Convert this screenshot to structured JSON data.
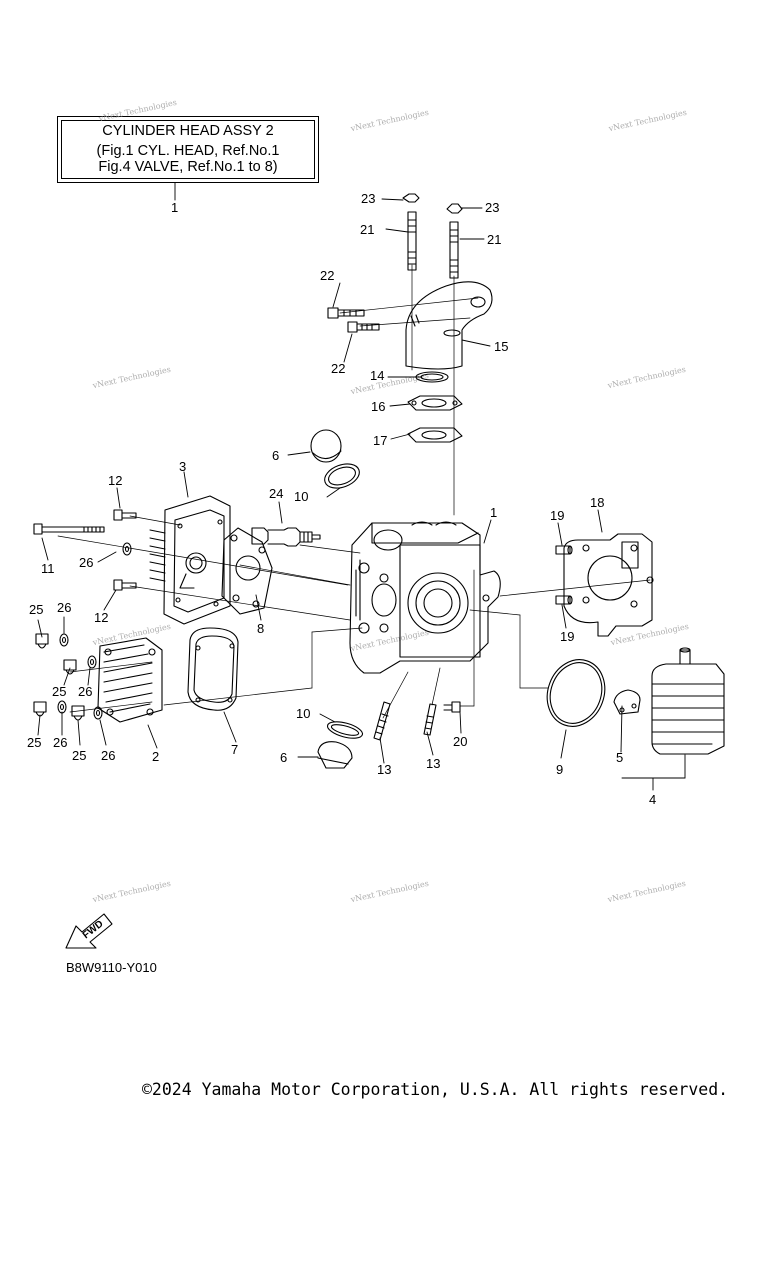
{
  "title_box": {
    "line1": "CYLINDER HEAD ASSY 2",
    "line2": "(Fig.1 CYL. HEAD, Ref.No.1",
    "line3": "Fig.4 VALVE, Ref.No.1 to 8)"
  },
  "watermark": "vNext Technologies",
  "callouts": {
    "c1a": "1",
    "c1b": "1",
    "c2": "2",
    "c3": "3",
    "c4": "4",
    "c5": "5",
    "c6a": "6",
    "c6b": "6",
    "c7": "7",
    "c8": "8",
    "c9": "9",
    "c10a": "10",
    "c10b": "10",
    "c11": "11",
    "c12a": "12",
    "c12b": "12",
    "c13a": "13",
    "c13b": "13",
    "c14": "14",
    "c15": "15",
    "c16": "16",
    "c17": "17",
    "c18": "18",
    "c19a": "19",
    "c19b": "19",
    "c20": "20",
    "c21a": "21",
    "c21b": "21",
    "c22a": "22",
    "c22b": "22",
    "c23a": "23",
    "c23b": "23",
    "c24": "24",
    "c25a": "25",
    "c25b": "25",
    "c25c": "25",
    "c25d": "25",
    "c26a": "26",
    "c26b": "26",
    "c26c": "26",
    "c26d": "26",
    "c26e": "26"
  },
  "fwd_label": "FWD",
  "diagram_code": "B8W9110-Y010",
  "copyright": "©2024 Yamaha Motor Corporation, U.S.A. All rights reserved."
}
